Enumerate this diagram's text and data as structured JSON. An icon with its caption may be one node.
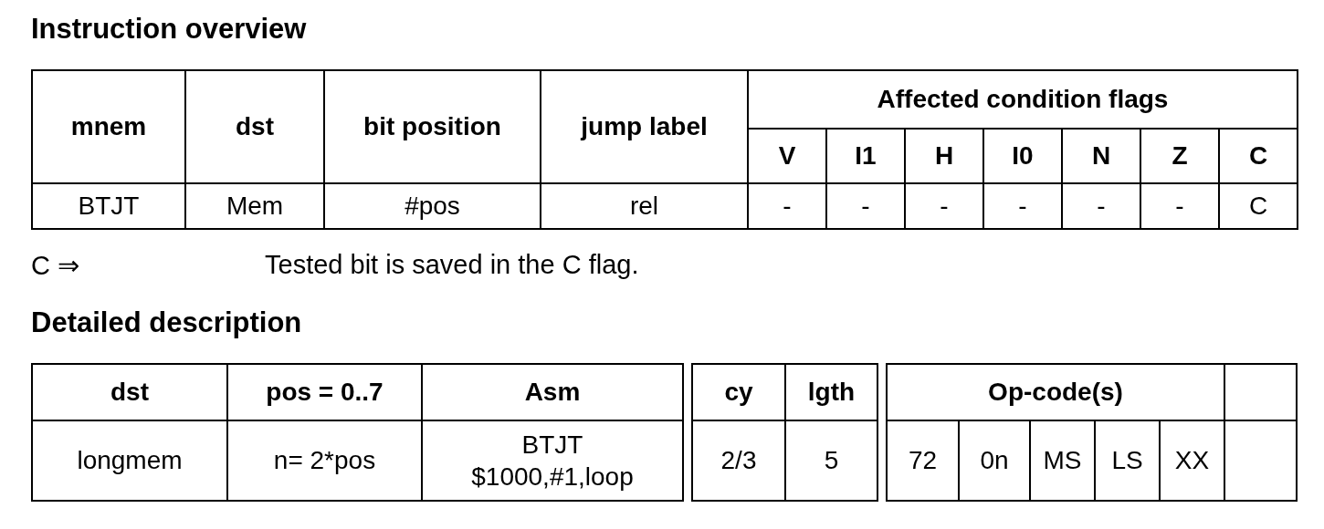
{
  "diagram": {
    "title": "Instruction overview",
    "labels": [
      "mnem",
      "dst",
      "bit position",
      "jump label",
      "Affected condition flags",
      "V",
      "I1",
      "H",
      "I0",
      "N",
      "Z",
      "C",
      "BTJT",
      "Mem",
      "#pos",
      "rel",
      "-",
      "-",
      "-",
      "-",
      "-",
      "-",
      "C",
      "C ⇒",
      "Tested bit is saved in the C flag.",
      "Detailed description",
      "dst",
      "pos = 0..7",
      "Asm",
      "cy",
      "lgth",
      "Op-code(s)",
      "longmem",
      "n= 2*pos",
      "BTJT $1000,#1,loop",
      "2/3",
      "5",
      "72",
      "0n",
      "MS",
      "LS",
      "XX"
    ]
  }
}
